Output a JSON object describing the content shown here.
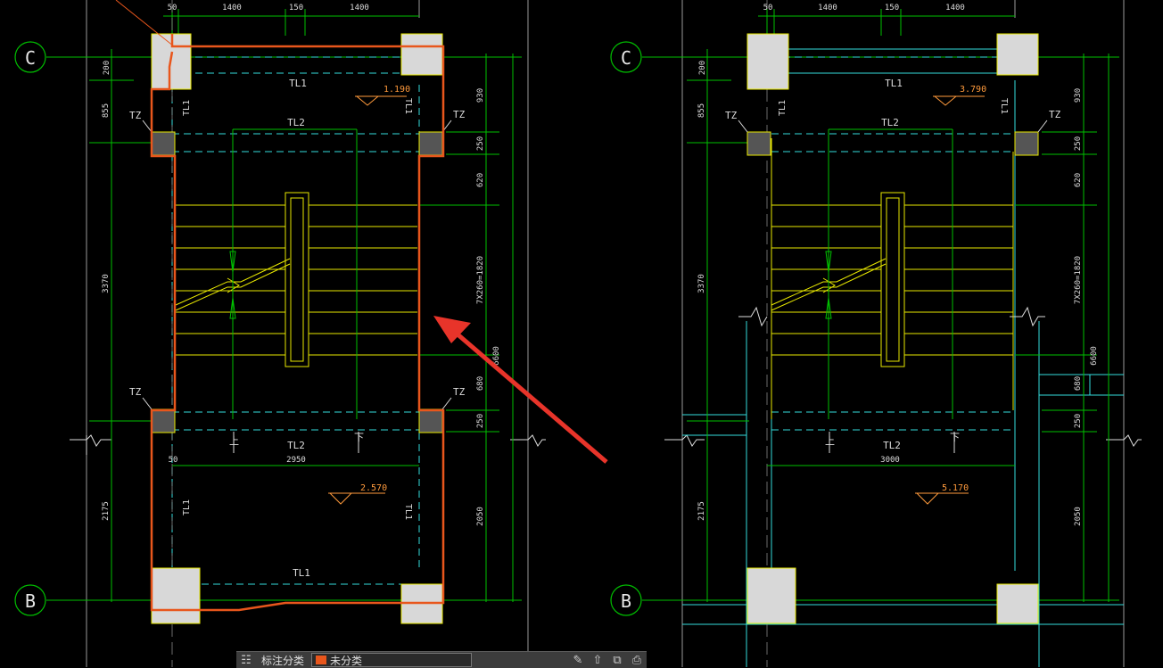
{
  "colors": {
    "background": "#000000",
    "axis": "#00c000",
    "dim": "#00ff00",
    "stair": "#e8e800",
    "beam": "#00bfff",
    "column_fill": "#d8d8d8",
    "tz_fill": "#555555",
    "highlight": "#e8561c",
    "arrow": "#e8342a",
    "level_text": "#ff9a3c",
    "cyan_lines": "#33dddd"
  },
  "left_plan": {
    "axis_top": "C",
    "axis_bottom": "B",
    "dims_top": [
      "50",
      "1400",
      "150",
      "1400"
    ],
    "dims_left": [
      "200",
      "855",
      "3370",
      "2175"
    ],
    "dims_right": [
      "930",
      "250",
      "620",
      "7X260=1820",
      "680",
      "250",
      "2050"
    ],
    "overall_right": "6600",
    "beam_tl1_top": "TL1",
    "beam_tl2_top": "TL2",
    "beam_tl2_bottom": "TL2",
    "beam_tl1_bottom": "TL1",
    "beam_tl1_side": "TL1",
    "tz": "TZ",
    "level_top": "1.190",
    "level_bottom": "2.570",
    "dim_width_label": "50",
    "dim_width": "2950",
    "up_marker": "上",
    "down_marker": "下"
  },
  "right_plan": {
    "axis_top": "C",
    "axis_bottom": "B",
    "dims_top": [
      "50",
      "1400",
      "150",
      "1400"
    ],
    "dims_left": [
      "200",
      "855",
      "3370",
      "2175"
    ],
    "dims_right": [
      "930",
      "250",
      "620",
      "7X260=1820",
      "680",
      "250",
      "2050"
    ],
    "overall_right": "6600",
    "beam_tl1_top": "TL1",
    "beam_tl2_top": "TL2",
    "beam_tl2_bottom": "TL2",
    "beam_tl1_side": "TL1",
    "tz": "TZ",
    "level_top": "3.790",
    "level_bottom": "5.170",
    "dim_width": "3000",
    "up_marker": "上",
    "down_marker": "下"
  },
  "toolbar": {
    "label": "标注分类",
    "selected": "未分类"
  },
  "icons": [
    "layer-icon",
    "pencil-icon",
    "upload-icon",
    "copy-icon",
    "print-icon"
  ]
}
